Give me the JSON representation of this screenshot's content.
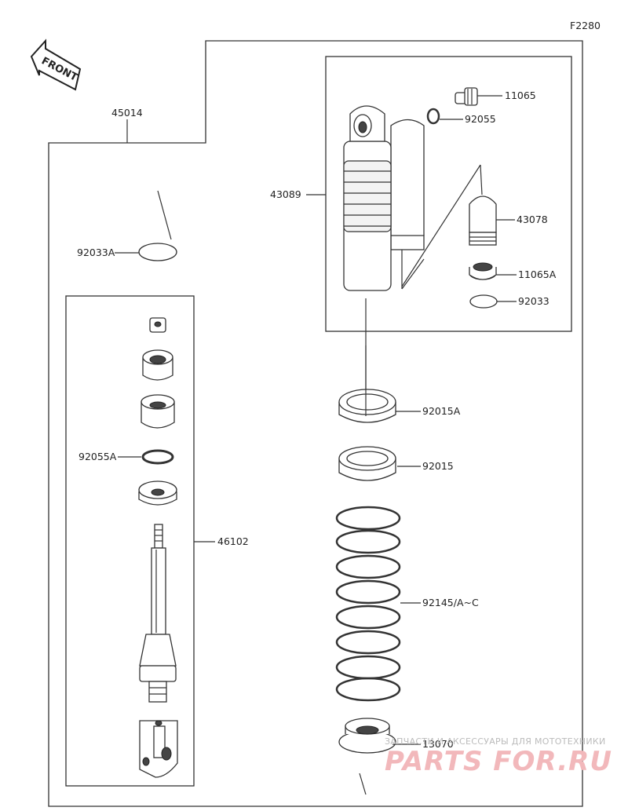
{
  "diagram_code": "F2280",
  "front_label": "FRONT",
  "parts": {
    "assembly_outer": "45014",
    "shock_body": "43089",
    "valve": "11065",
    "oring_small": "92055",
    "bladder": "43078",
    "cap": "11065A",
    "circlip": "92033",
    "circlip_a": "92033A",
    "rod_assembly": "46102",
    "oring_a": "92055A",
    "nut_a": "92015A",
    "nut": "92015",
    "spring": "92145/A~C",
    "spring_seat": "13070"
  },
  "watermark": {
    "tagline": "ЗАПЧАСТИ И АКСЕССУАРЫ ДЛЯ МОТОТЕХНИКИ",
    "brand": "PARTS FOR.RU"
  }
}
